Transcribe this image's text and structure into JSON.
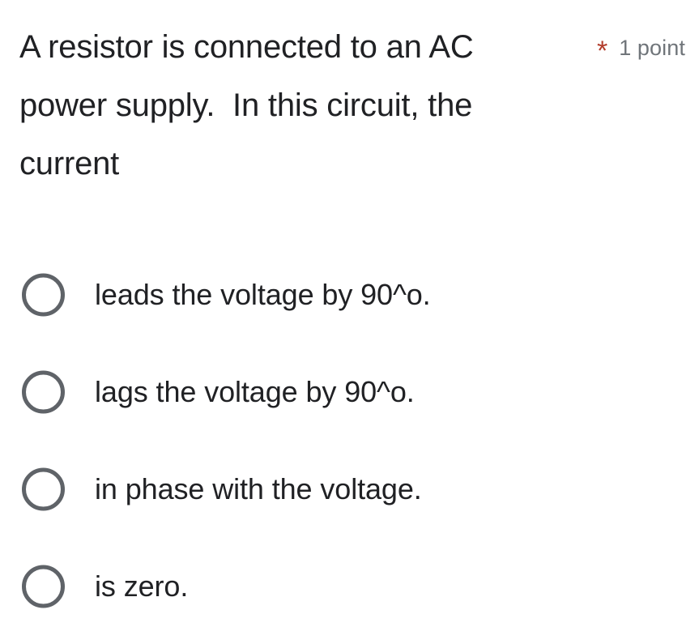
{
  "question": {
    "text": "A resistor is connected to an AC power supply.  In this circuit, the current",
    "required_marker": "*",
    "points_label": "1 point"
  },
  "options": [
    {
      "label": "leads the voltage by 90^o.",
      "selected": false
    },
    {
      "label": "lags the voltage by 90^o.",
      "selected": false
    },
    {
      "label": "in phase with the voltage.",
      "selected": false
    },
    {
      "label": "is zero.",
      "selected": false
    }
  ],
  "colors": {
    "background": "#ffffff",
    "text": "#202124",
    "muted_text": "#70757a",
    "required_red": "#b23c2b",
    "radio_ring": "#5f6368"
  }
}
